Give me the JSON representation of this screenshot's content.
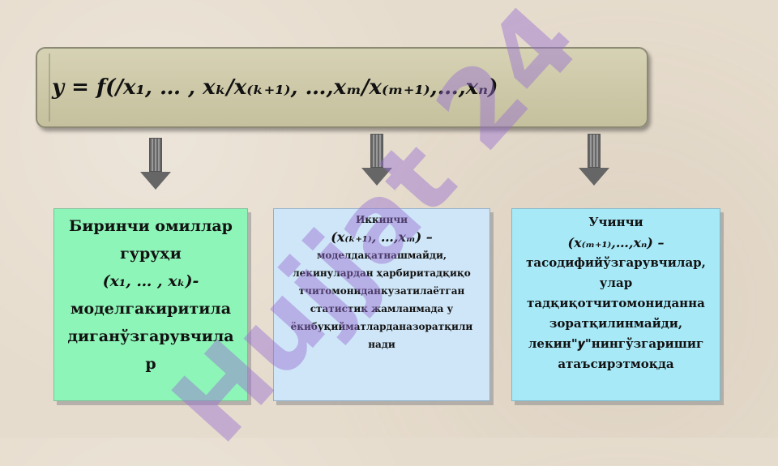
{
  "formula": "𝒚 = 𝒇(/𝒙₁, … , 𝒙ₖ/𝒙₍ₖ₊₁₎, …,𝒙ₘ/𝒙₍ₘ₊₁₎,…,𝒙ₙ)",
  "boxes": [
    {
      "lines": [
        "Биринчи омиллар",
        "гуруҳи",
        "(𝒙₁, … , 𝒙ₖ)-",
        "моделгакиритила",
        "диганўзгарувчила",
        "р"
      ]
    },
    {
      "lines": [
        "Иккинчи",
        "(𝒙₍ₖ₊₁₎, …,𝒙ₘ) –",
        "моделдақатнашмайди,",
        "лекинулардан ҳарбиритадқиқо",
        "тчитомониданкузатилаётган",
        "статистик жамланмада у",
        "ёкибуқийматларданазоратқили",
        "нади"
      ]
    },
    {
      "lines": [
        "Учинчи",
        "(𝒙₍ₘ₊₁₎,…,𝒙ₙ) –",
        "тасодифийўзгарувчилар,",
        "улар",
        "тадқиқотчитомониданна",
        "зоратқилинмайди,",
        "лекин\"𝒚\"нингўзгаришиг",
        "атаъсирэтмоқда"
      ]
    }
  ],
  "watermark": "Hujjat 24",
  "colors": {
    "background": "#e6dccd",
    "formula_box": "#cfcaa8",
    "box1": "#8ef5b8",
    "box2": "#cfe6f8",
    "box3": "#a8e9f8",
    "watermark": "#9b6fd6"
  }
}
